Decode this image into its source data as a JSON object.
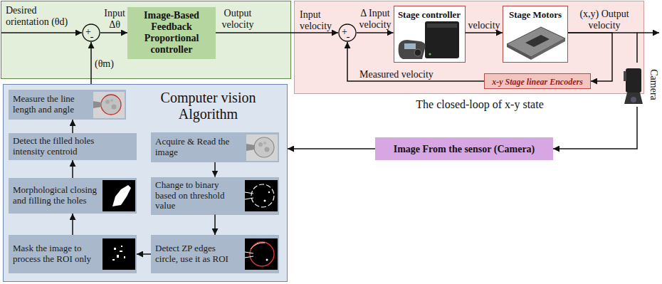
{
  "diagram": {
    "nodes": [
      {
        "text": [
          "Desired orientation (θd)"
        ]
      },
      {
        "text": [
          "+",
          "-"
        ],
        "in": 0
      },
      {
        "text": [
          "Image-Based Feedback Proportional controller"
        ],
        "in": 0
      },
      {
        "text": [
          "The closed-loop of x-y state",
          "Input velocity"
        ]
      },
      {
        "text": [
          "+",
          "-"
        ],
        "in": 3
      },
      {
        "text": [
          "Stage controller"
        ],
        "in": 3
      },
      {
        "text": [
          "Stage Motors"
        ],
        "in": 3
      },
      {
        "text": [
          "x-y Stage linear Encoders"
        ],
        "in": 3
      },
      {
        "text": [
          "Camera"
        ]
      },
      {
        "text": [
          "Image From the sensor (Camera)"
        ]
      },
      {
        "text": [
          "Computer vision Algorithm"
        ]
      },
      {
        "text": [
          "Measure the line length and angle"
        ],
        "in": 10
      },
      {
        "text": [
          "Detect the filled holes intensity centroid"
        ],
        "in": 10
      },
      {
        "text": [
          "Acquire & Read the image"
        ],
        "in": 10
      },
      {
        "text": [
          "Morphological closing and filling the holes"
        ],
        "in": 10
      },
      {
        "text": [
          "Change to binary based on threshold value"
        ],
        "in": 10
      },
      {
        "text": [
          "Mask the image to process the ROI only"
        ],
        "in": 10
      },
      {
        "text": [
          "Detect ZP edges circle, use it as ROI"
        ],
        "in": 10
      }
    ],
    "edges": [
      {
        "from": 1,
        "to": 2,
        "arrow": "to",
        "label": "Input Δθ"
      },
      {
        "from": 2,
        "to": 4,
        "arrow": "to",
        "label": "Output velocity"
      },
      {
        "from": 4,
        "to": 5,
        "arrow": "to",
        "label": "Δ Input velocity"
      },
      {
        "from": 5,
        "to": 6,
        "arrow": "to",
        "label": "velocity"
      },
      {
        "from": 6,
        "to": 8,
        "arrow": "none",
        "label": "(x,y) Output velocity"
      },
      {
        "from": 6,
        "to": 7,
        "arrow": "to"
      },
      {
        "from": 7,
        "to": 4,
        "arrow": "to",
        "label": "Measured velocity"
      },
      {
        "from": 8,
        "to": 9,
        "arrow": "to"
      },
      {
        "from": 9,
        "to": 10,
        "arrow": "to"
      },
      {
        "from": 10,
        "to": 1,
        "arrow": "to",
        "label": "(θm)"
      },
      {
        "from": 13,
        "to": 15,
        "arrow": "to"
      },
      {
        "from": 15,
        "to": 17,
        "arrow": "to"
      },
      {
        "from": 17,
        "to": 16,
        "arrow": "to"
      },
      {
        "from": 16,
        "to": 14,
        "arrow": "to"
      },
      {
        "from": 14,
        "to": 12,
        "arrow": "to"
      },
      {
        "from": 12,
        "to": 11,
        "arrow": "to"
      }
    ]
  }
}
